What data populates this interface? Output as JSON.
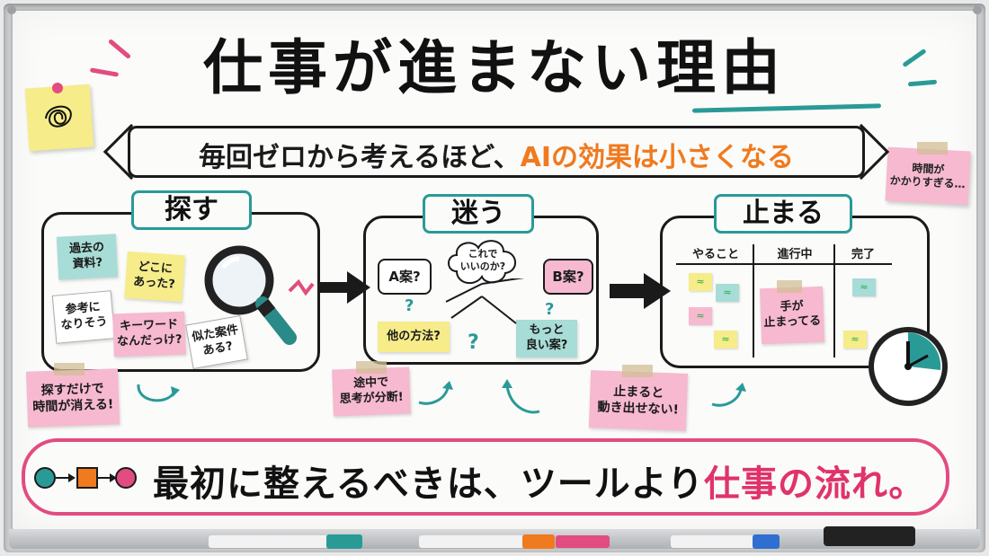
{
  "title": "仕事が進まない理由",
  "subtitle": {
    "part1": "毎回ゼロから考えるほど、",
    "part2": "AIの効果は小さくなる"
  },
  "corner_note": "時間が\nかかりすぎる…",
  "sections": [
    {
      "label": "探す",
      "notes": [
        "過去の\n資料?",
        "どこに\nあった?",
        "参考に\nなりそう",
        "キーワード\nなんだっけ?",
        "似た案件\nある?"
      ],
      "problem": "探すだけで\n時間が消える!"
    },
    {
      "label": "迷う",
      "cloud": "これで\nいいのか?",
      "options": [
        "A案?",
        "B案?",
        "他の方法?",
        "もっと\n良い案?"
      ],
      "problem": "途中で\n思考が分断!"
    },
    {
      "label": "止まる",
      "columns": [
        "やること",
        "進行中",
        "完了"
      ],
      "stuck_note": "手が\n止まってる",
      "mini_glyph": "≈",
      "problem": "止まると\n動き出せない!"
    }
  ],
  "conclusion": {
    "part1": "最初に整えるべきは、ツールより",
    "part2": "仕事の流れ。"
  },
  "colors": {
    "accent_teal": "#2a9a97",
    "accent_pink": "#e24c80",
    "accent_orange": "#f07a1e",
    "sticky_yellow": "#f6ec8a",
    "sticky_pink": "#f6b9cf",
    "sticky_teal": "#a8dcd6"
  }
}
